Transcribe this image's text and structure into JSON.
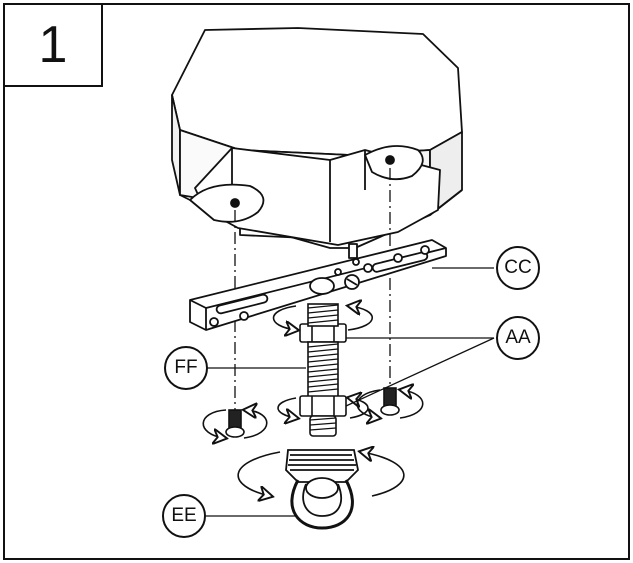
{
  "step_number": "1",
  "callouts": {
    "cc": "CC",
    "aa": "AA",
    "ff": "FF",
    "ee": "EE"
  },
  "colors": {
    "line": "#111111",
    "fill": "#ffffff",
    "shade": "#dcdcdc"
  }
}
